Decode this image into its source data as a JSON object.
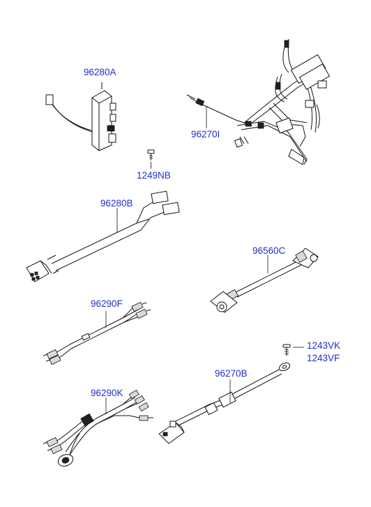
{
  "parts": {
    "p96280A": "96280A",
    "p96270I": "96270I",
    "p1249NB": "1249NB",
    "p96280B": "96280B",
    "p96560C": "96560C",
    "p96290F": "96290F",
    "p1243VK": "1243VK",
    "p1243VF": "1243VF",
    "p96270B": "96270B",
    "p96290K": "96290K"
  },
  "colors": {
    "label": "#1f2fc8",
    "line": "#111111"
  }
}
